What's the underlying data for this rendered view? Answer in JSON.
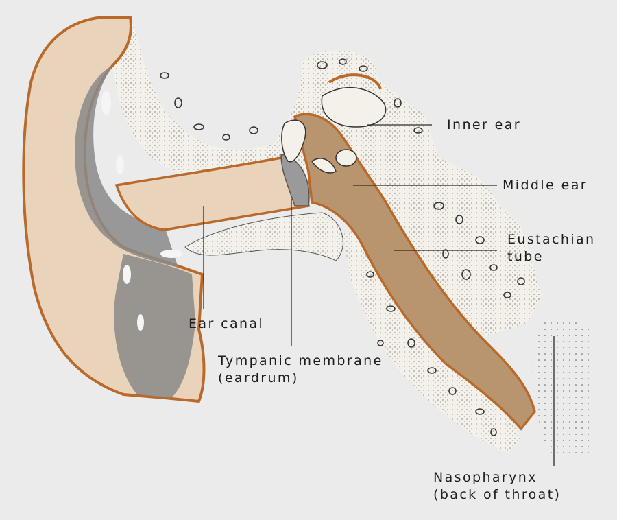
{
  "labels": {
    "inner_ear": "Inner ear",
    "middle_ear": "Middle ear",
    "eustachian_tube_line1": "Eustachian",
    "eustachian_tube_line2": "tube",
    "ear_canal": "Ear canal",
    "tympanic_membrane_line1": "Tympanic membrane",
    "tympanic_membrane_line2": "(eardrum)",
    "nasopharynx_line1": "Nasopharynx",
    "nasopharynx_line2": "(back of throat)"
  },
  "colors": {
    "background": "#ebebeb",
    "skin": "#e9d4bb",
    "cartilage": "#8a8a8a",
    "outline": "#b9692a",
    "bone": "#f4f1ea",
    "middle_ear_cavity": "#b8956f",
    "leader_line": "#2a2a2a"
  }
}
